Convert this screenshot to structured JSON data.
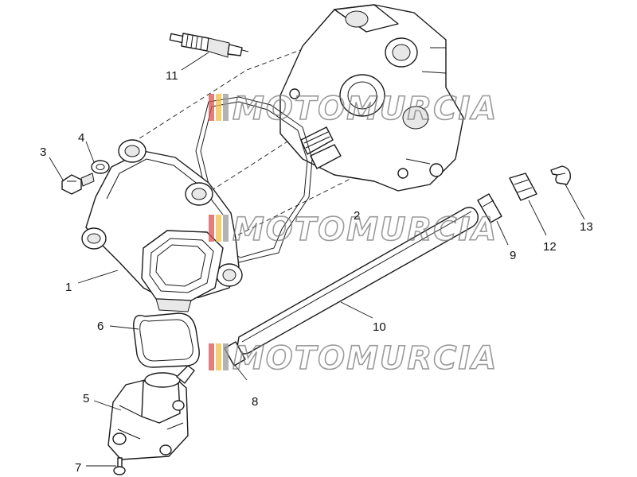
{
  "diagram": {
    "watermark": "MOTOMURCIA",
    "watermark_colors": {
      "stripe_red": "#d9534f",
      "stripe_yellow": "#f0c040",
      "stripe_gray": "#9a9a9a",
      "text": "#7a7a7a"
    },
    "callouts": [
      {
        "id": "c1",
        "label": "1"
      },
      {
        "id": "c2",
        "label": "2"
      },
      {
        "id": "c3",
        "label": "3"
      },
      {
        "id": "c4",
        "label": "4"
      },
      {
        "id": "c5",
        "label": "5"
      },
      {
        "id": "c6",
        "label": "6"
      },
      {
        "id": "c7",
        "label": "7"
      },
      {
        "id": "c8",
        "label": "8"
      },
      {
        "id": "c9",
        "label": "9"
      },
      {
        "id": "c10",
        "label": "10"
      },
      {
        "id": "c11",
        "label": "11"
      },
      {
        "id": "c12",
        "label": "12"
      },
      {
        "id": "c13",
        "label": "13"
      }
    ]
  }
}
